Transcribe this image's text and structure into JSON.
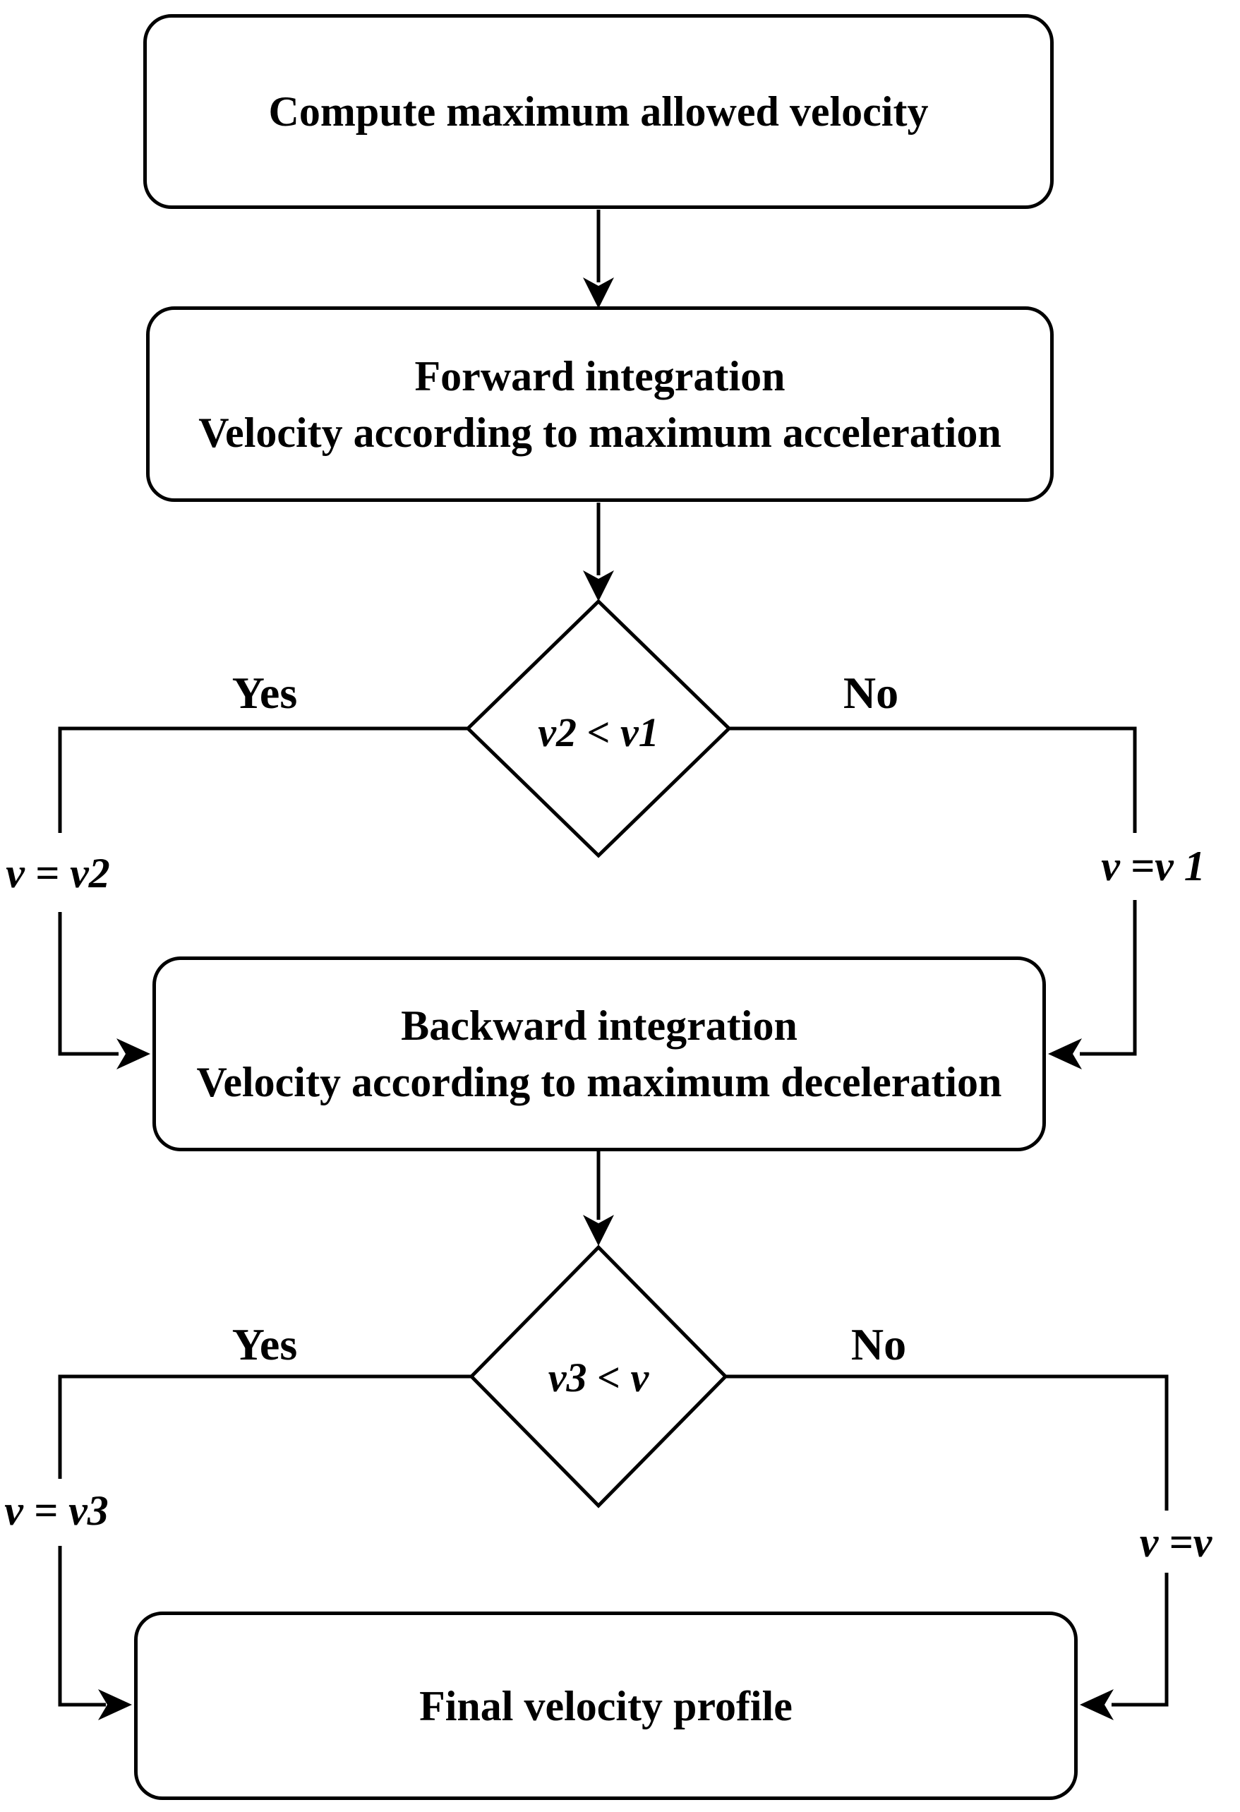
{
  "page": {
    "background": "#ffffff",
    "stroke": "#000000"
  },
  "nodes": {
    "compute": {
      "label": "Compute maximum allowed velocity"
    },
    "forward": {
      "line1": "Forward integration",
      "line2": "Velocity according to maximum acceleration"
    },
    "decision1": {
      "label": "v2 < v1"
    },
    "backward": {
      "line1": "Backward integration",
      "line2": "Velocity according to maximum deceleration"
    },
    "decision2": {
      "label": "v3 < v"
    },
    "final": {
      "label": "Final velocity profile"
    }
  },
  "branches": {
    "decision1_yes": "Yes",
    "decision1_no": "No",
    "decision1_yes_assign": "v = v2",
    "decision1_no_assign": "v =v 1",
    "decision2_yes": "Yes",
    "decision2_no": "No",
    "decision2_yes_assign": "v = v3",
    "decision2_no_assign": "v =v"
  }
}
